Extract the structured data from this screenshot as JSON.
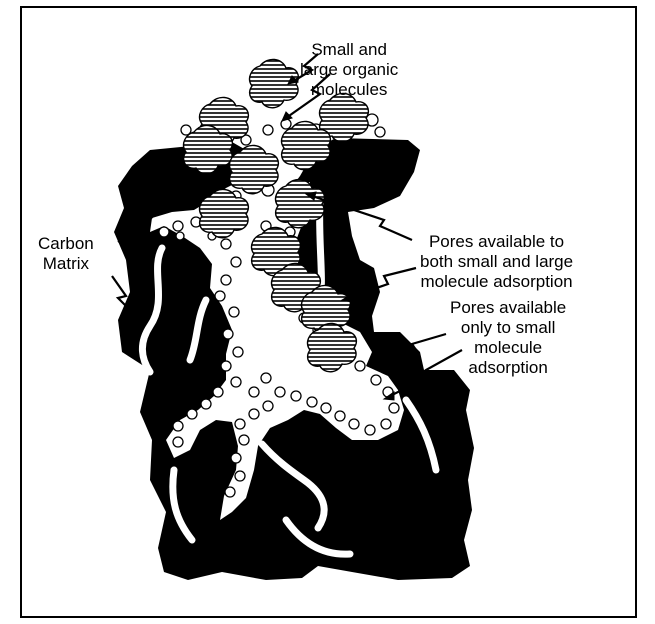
{
  "diagram": {
    "labels": {
      "molecules": [
        "Small and",
        "large organic",
        "molecules"
      ],
      "carbon_matrix": [
        "Carbon",
        "Matrix"
      ],
      "pores_both": [
        "Pores available to",
        "both small and large",
        "molecule adsorption"
      ],
      "pores_small": [
        "Pores available",
        "only to small",
        "molecule",
        "adsorption"
      ]
    },
    "colors": {
      "carbon": "#000000",
      "pore_channel": "#ffffff",
      "molecule_hatch": "#000000",
      "background": "#ffffff"
    }
  }
}
